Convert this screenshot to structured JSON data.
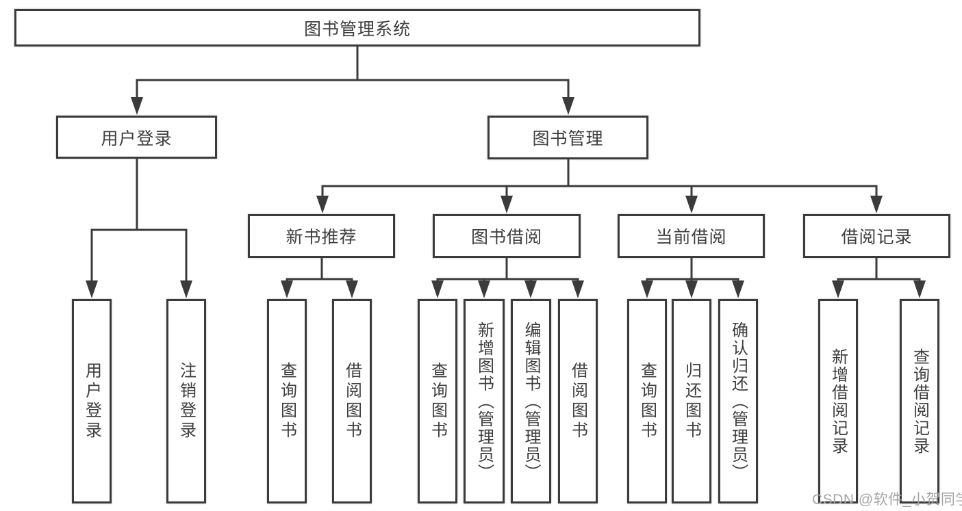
{
  "colors": {
    "line": "#3b3b3b",
    "text": "#3e3e3e",
    "box-bg": "#ffffff",
    "watermark": "#a6a6a6",
    "page-bg": "#ffffff"
  },
  "watermark": {
    "text": "CSDN @软件_小贺同学"
  },
  "tree": {
    "label": "图书管理系统",
    "children": [
      {
        "label": "用户登录",
        "children": [
          {
            "label": "用户登录"
          },
          {
            "label": "注销登录"
          }
        ]
      },
      {
        "label": "图书管理",
        "children": [
          {
            "label": "新书推荐",
            "children": [
              {
                "label": "查询图书"
              },
              {
                "label": "借阅图书"
              }
            ]
          },
          {
            "label": "图书借阅",
            "children": [
              {
                "label": "查询图书"
              },
              {
                "label": "新增图书（管理员）"
              },
              {
                "label": "编辑图书（管理员）"
              },
              {
                "label": "借阅图书"
              }
            ]
          },
          {
            "label": "当前借阅",
            "children": [
              {
                "label": "查询图书"
              },
              {
                "label": "归还图书"
              },
              {
                "label": "确认归还（管理员）"
              }
            ]
          },
          {
            "label": "借阅记录",
            "children": [
              {
                "label": "新增借阅记录"
              },
              {
                "label": "查询借阅记录"
              }
            ]
          }
        ]
      }
    ]
  }
}
